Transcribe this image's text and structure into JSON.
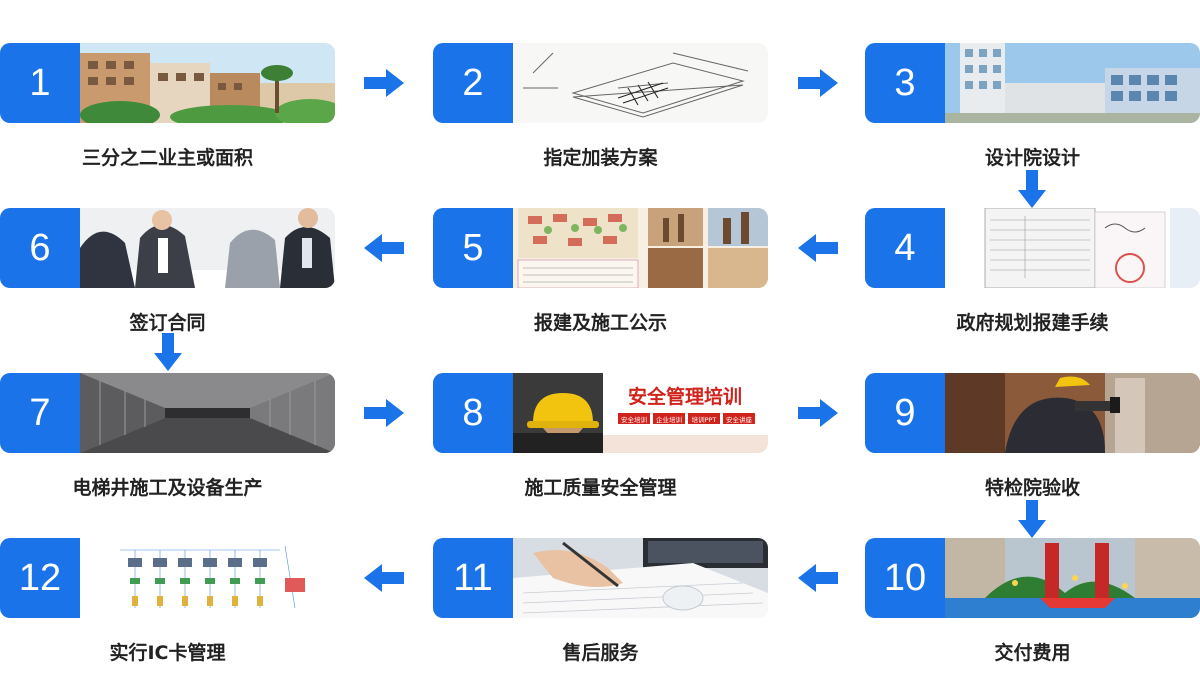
{
  "steps": [
    {
      "num": "1",
      "label": "三分之二业主或面积",
      "image": "residential-buildings"
    },
    {
      "num": "2",
      "label": "指定加装方案",
      "image": "technical-drawing"
    },
    {
      "num": "3",
      "label": "设计院设计",
      "image": "building-facade"
    },
    {
      "num": "4",
      "label": "政府规划报建手续",
      "image": "official-documents"
    },
    {
      "num": "5",
      "label": "报建及施工公示",
      "image": "site-plan-notice"
    },
    {
      "num": "6",
      "label": "签订合同",
      "image": "business-meeting"
    },
    {
      "num": "7",
      "label": "电梯井施工及设备生产",
      "image": "elevator-shaft"
    },
    {
      "num": "8",
      "label": "施工质量安全管理",
      "image": "safety-helmet"
    },
    {
      "num": "9",
      "label": "特检院验收",
      "image": "inspection"
    },
    {
      "num": "10",
      "label": "交付费用",
      "image": "celebration-banner"
    },
    {
      "num": "11",
      "label": "售后服务",
      "image": "writing-hand"
    },
    {
      "num": "12",
      "label": "实行IC卡管理",
      "image": "ic-card-system-diagram"
    }
  ],
  "safety_banner": {
    "title": "安全管理培训",
    "tags": [
      "安全培训",
      "企业培训",
      "培训PPT",
      "安全讲座"
    ]
  },
  "colors": {
    "accent": "#1a73e8",
    "text": "#222222"
  }
}
